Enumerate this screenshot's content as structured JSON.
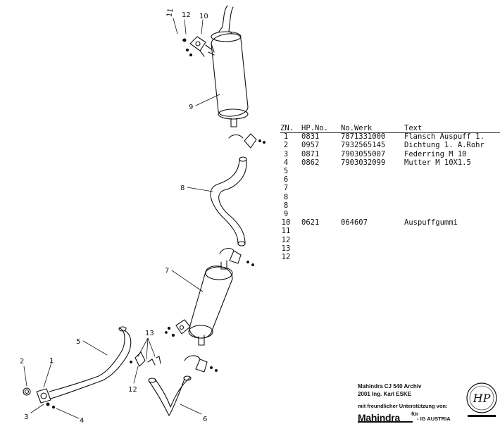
{
  "diagram": {
    "callouts": [
      "1",
      "2",
      "3",
      "4",
      "5",
      "6",
      "7",
      "8",
      "9",
      "10",
      "11",
      "12",
      "12",
      "13"
    ]
  },
  "parts_table": {
    "headers": [
      "ZN.",
      "HP.No.",
      "No.Werk",
      "Text"
    ],
    "rows": [
      {
        "zn": "1",
        "hp": "0831",
        "werk": "7871331000",
        "text": "Flansch Auspuff 1."
      },
      {
        "zn": "2",
        "hp": "0957",
        "werk": "7932565145",
        "text": "Dichtung 1. A.Rohr"
      },
      {
        "zn": "3",
        "hp": "0871",
        "werk": "7903055007",
        "text": "Federring M 10"
      },
      {
        "zn": "4",
        "hp": "0862",
        "werk": "7903032099",
        "text": "Mutter M 10X1.5"
      },
      {
        "zn": "5",
        "hp": "",
        "werk": "",
        "text": ""
      },
      {
        "zn": "6",
        "hp": "",
        "werk": "",
        "text": ""
      },
      {
        "zn": "7",
        "hp": "",
        "werk": "",
        "text": ""
      },
      {
        "zn": "8",
        "hp": "",
        "werk": "",
        "text": ""
      },
      {
        "zn": "8",
        "hp": "",
        "werk": "",
        "text": ""
      },
      {
        "zn": "9",
        "hp": "",
        "werk": "",
        "text": ""
      },
      {
        "zn": "10",
        "hp": "0621",
        "werk": "064607",
        "text": "Auspuffgummi"
      },
      {
        "zn": "11",
        "hp": "",
        "werk": "",
        "text": ""
      },
      {
        "zn": "12",
        "hp": "",
        "werk": "",
        "text": ""
      },
      {
        "zn": "13",
        "hp": "",
        "werk": "",
        "text": ""
      },
      {
        "zn": "12",
        "hp": "",
        "werk": "",
        "text": ""
      }
    ]
  },
  "credits": {
    "line1": "Mahindra CJ 540 Archiv",
    "line2": "2001 Ing. Karl ESKE",
    "thanks": "mit freundlicher Unterstützung von:",
    "fuer": "für",
    "brand": "Mahindra",
    "ig": "- IG AUSTRIA"
  },
  "seal": {
    "initials": "HP"
  }
}
